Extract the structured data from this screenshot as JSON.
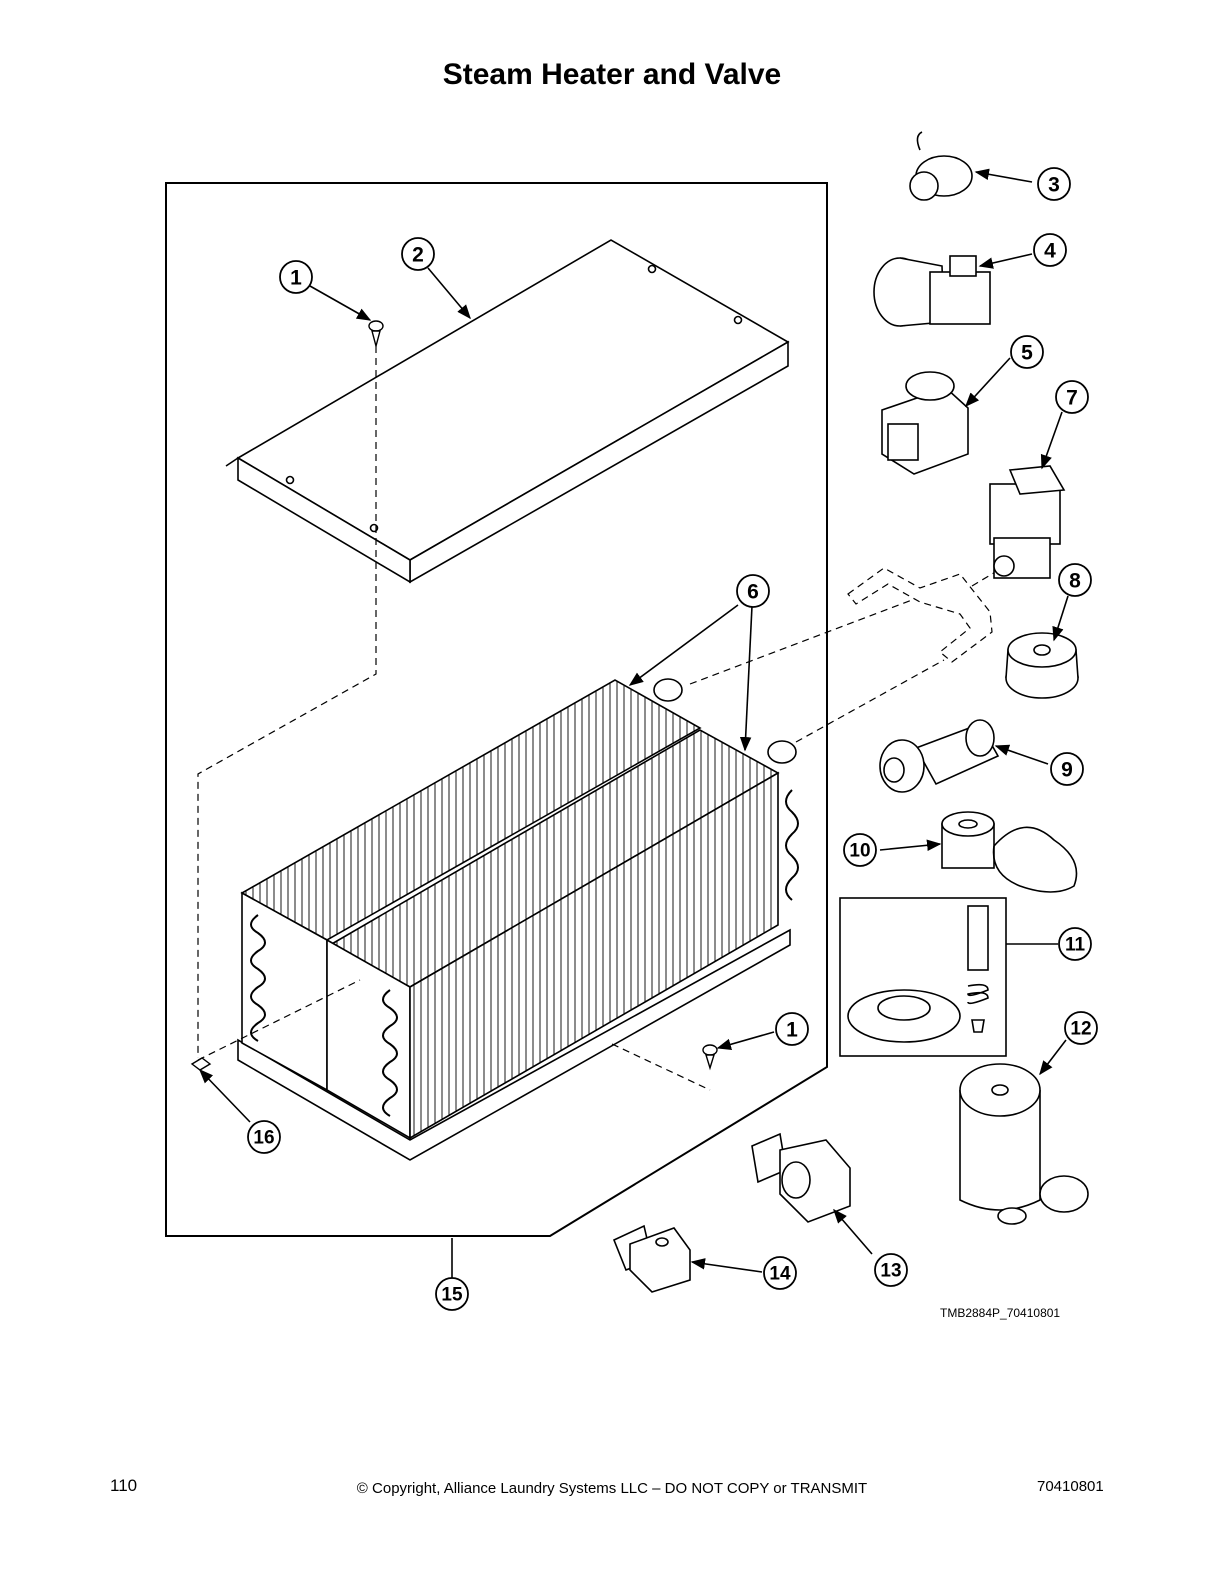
{
  "title": "Steam Heater and Valve",
  "callouts": [
    "1",
    "2",
    "3",
    "4",
    "5",
    "6",
    "7",
    "8",
    "9",
    "10",
    "11",
    "12",
    "13",
    "14",
    "15",
    "16"
  ],
  "drawing_code": "TMB2884P_70410801",
  "footer": {
    "page_number": "110",
    "copyright": "© Copyright, Alliance Laundry Systems LLC – DO NOT COPY or TRANSMIT",
    "doc_number": "70410801"
  }
}
